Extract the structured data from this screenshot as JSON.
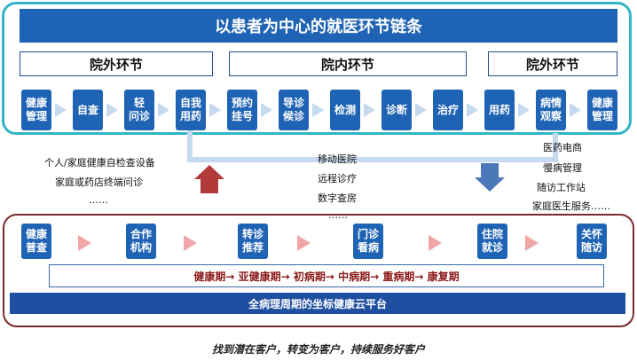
{
  "title": "以患者为中心的就医环节链条",
  "sections": [
    {
      "label": "院外环节"
    },
    {
      "label": "院内环节"
    },
    {
      "label": "院外环节"
    }
  ],
  "top_steps": [
    {
      "label": "健康\n管理"
    },
    {
      "label": "自查"
    },
    {
      "label": "轻\n问诊"
    },
    {
      "label": "自我\n用药"
    },
    {
      "label": "预约\n挂号"
    },
    {
      "label": "导诊\n候诊"
    },
    {
      "label": "检测"
    },
    {
      "label": "诊断"
    },
    {
      "label": "治疗"
    },
    {
      "label": "用药"
    },
    {
      "label": "病情\n观察"
    },
    {
      "label": "健康\n管理"
    }
  ],
  "left_notes": [
    "个人/家庭健康自检查设备",
    "家庭或药店终端问诊",
    "……"
  ],
  "middle_notes": [
    "移动医院",
    "远程诊疗",
    "数字查房",
    "……"
  ],
  "right_notes": [
    "医药电商",
    "慢病管理",
    "随访工作站",
    "家庭医生服务……"
  ],
  "bottom_steps": [
    {
      "label": "健康\n普查"
    },
    {
      "label": "合作\n机构"
    },
    {
      "label": "转诊\n推荐"
    },
    {
      "label": "门诊\n看病"
    },
    {
      "label": "住院\n就诊"
    },
    {
      "label": "关怀\n随访"
    }
  ],
  "stages": "健康期→ 亚健康期→ 初病期→ 中病期→ 重病期→ 康复期",
  "platform": "全病理周期的坐标健康云平台",
  "slogan": "找到潜在客户，转变为客户，持续服务好客户",
  "colors": {
    "teal_frame": "#31b5c7",
    "blue": "#1f63b4",
    "dark_red_frame": "#7a2a2a",
    "up_arrow": "#b33a3a",
    "down_arrow": "#4a78b8",
    "light_arrow": "#c5d9ef",
    "pink_arrow": "#f0a6a6"
  }
}
